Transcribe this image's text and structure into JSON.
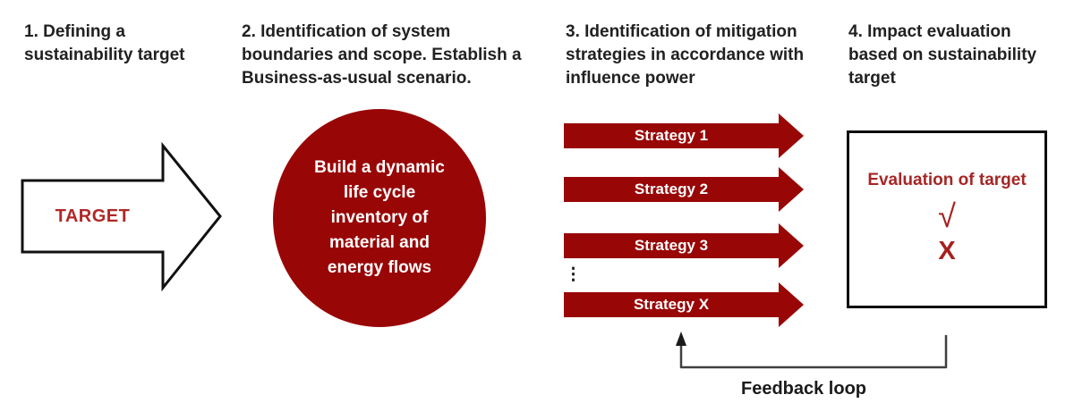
{
  "palette": {
    "shape_red": "#990606",
    "text_red": "#B02828",
    "eval_text_red": "#A62626",
    "header_color": "#212121",
    "outline_black": "#111111",
    "line_gray": "#404040",
    "background": "#ffffff"
  },
  "steps": [
    {
      "heading": "1. Defining a\nsustainability target"
    },
    {
      "heading": "2. Identification of system\nboundaries and scope. Establish a\nBusiness-as-usual scenario."
    },
    {
      "heading": "3. Identification of mitigation\nstrategies in accordance with\ninfluence power"
    },
    {
      "heading": "4. Impact evaluation\nbased on sustainability\ntarget"
    }
  ],
  "target_arrow": {
    "label": "TARGET"
  },
  "inventory_circle": {
    "text": "Build a dynamic\nlife cycle\ninventory of\nmaterial and\nenergy flows"
  },
  "strategies": {
    "items": [
      {
        "label": "Strategy 1"
      },
      {
        "label": "Strategy 2"
      },
      {
        "label": "Strategy 3"
      },
      {
        "label": "Strategy X"
      }
    ],
    "ellipsis": "⋮"
  },
  "evaluation": {
    "title": "Evaluation of target",
    "check_symbol": "√",
    "cross_symbol": "X"
  },
  "feedback": {
    "label": "Feedback loop"
  }
}
